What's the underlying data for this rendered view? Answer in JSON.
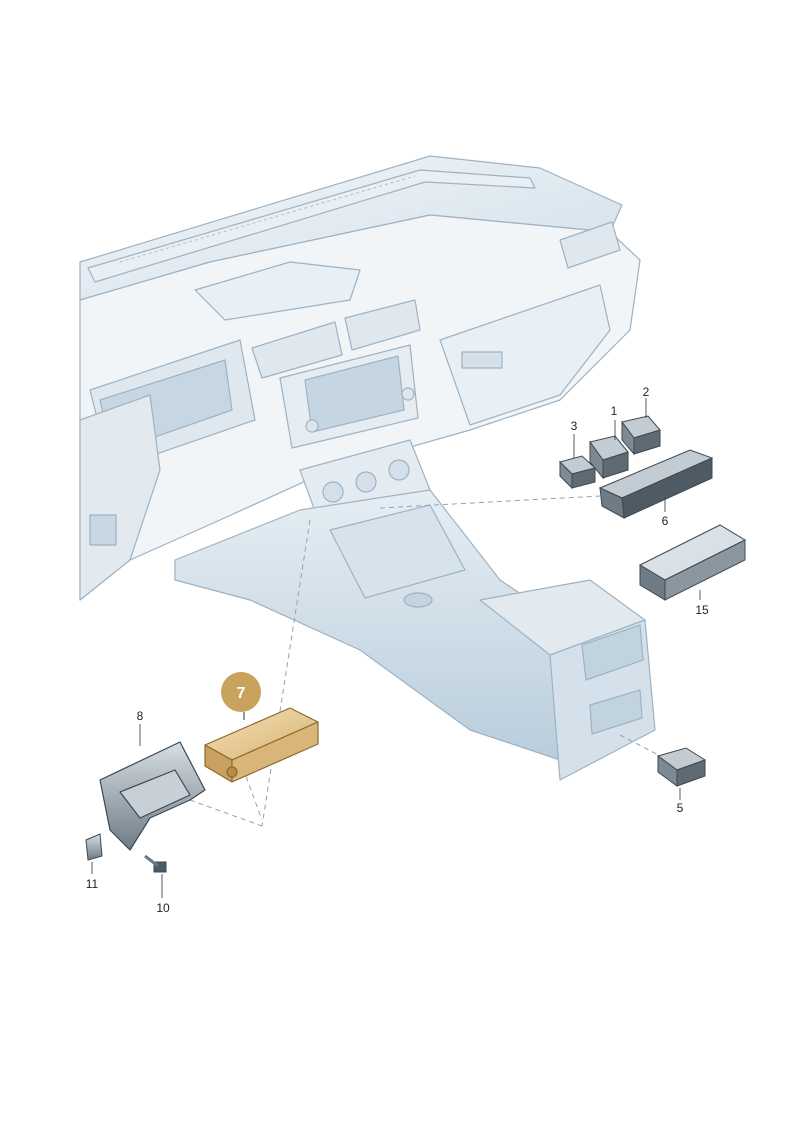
{
  "diagram": {
    "highlight_color": "#e7c98f",
    "badge_color": "#c9a35e",
    "dash_color": "#c8d6e0",
    "parts": [
      {
        "id": "part-1",
        "label": "1"
      },
      {
        "id": "part-2",
        "label": "2"
      },
      {
        "id": "part-3",
        "label": "3"
      },
      {
        "id": "part-5",
        "label": "5"
      },
      {
        "id": "part-6",
        "label": "6"
      },
      {
        "id": "part-7",
        "label": "7"
      },
      {
        "id": "part-8",
        "label": "8"
      },
      {
        "id": "part-10",
        "label": "10"
      },
      {
        "id": "part-11",
        "label": "11"
      },
      {
        "id": "part-15",
        "label": "15"
      }
    ]
  }
}
